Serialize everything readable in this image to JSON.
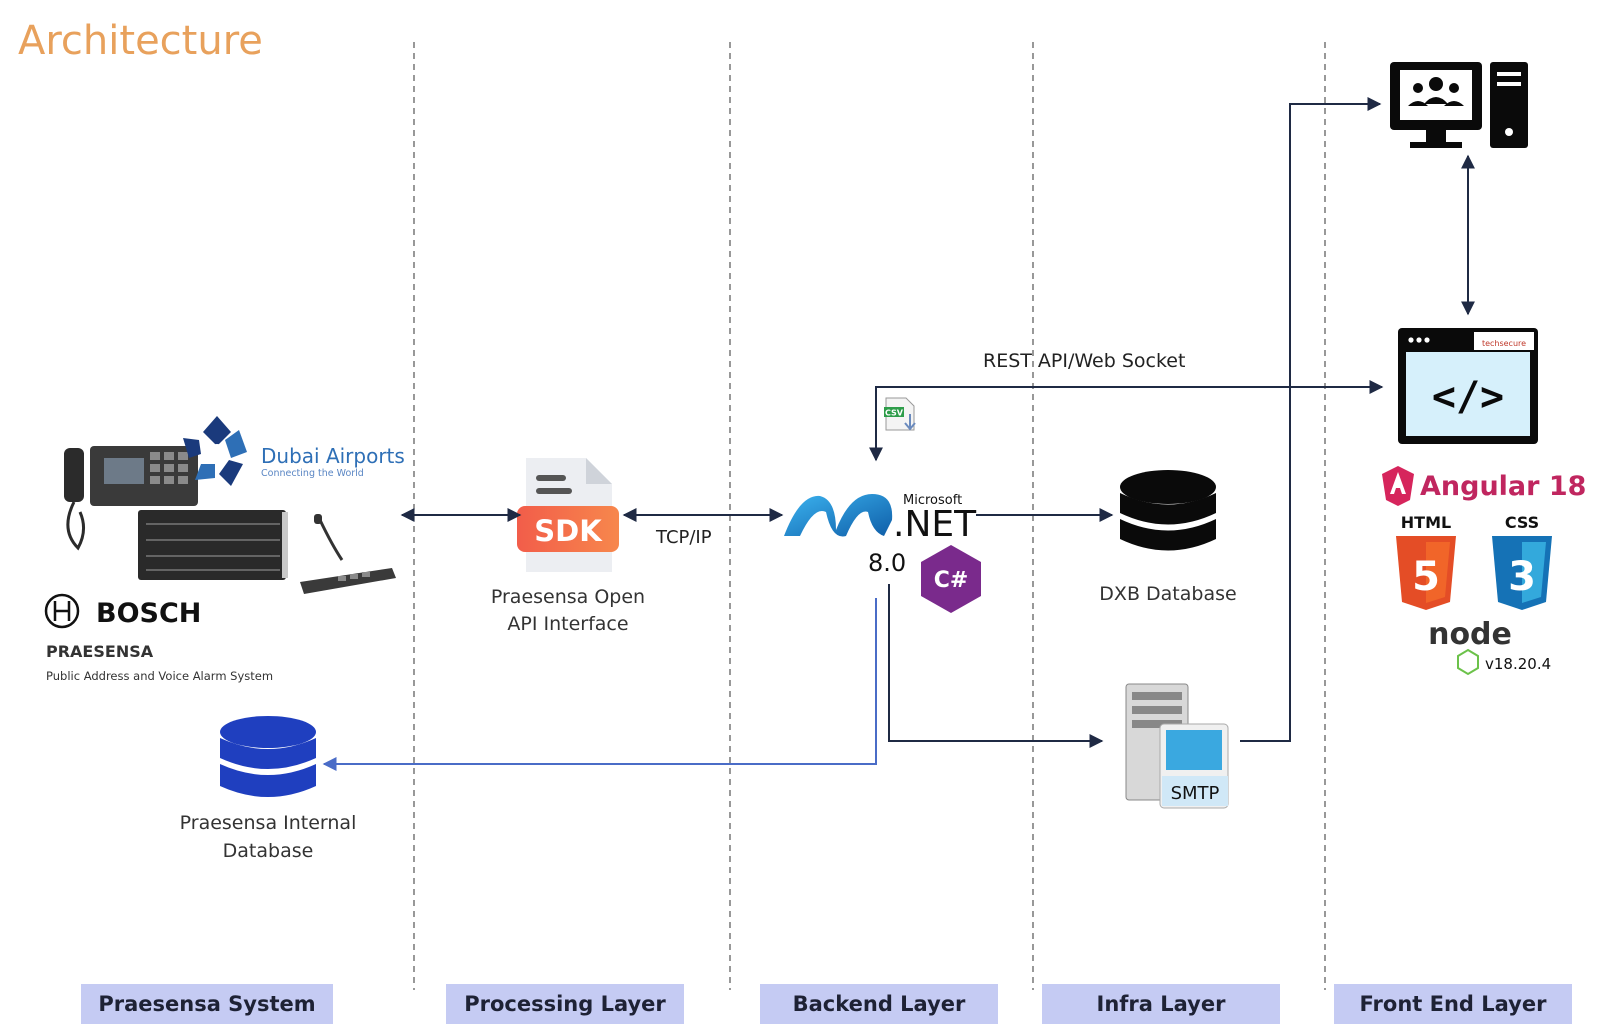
{
  "title": "Architecture",
  "layers": [
    {
      "label": "Praesensa System"
    },
    {
      "label": "Processing Layer"
    },
    {
      "label": "Backend Layer"
    },
    {
      "label": "Infra Layer"
    },
    {
      "label": "Front End Layer"
    }
  ],
  "praesensa": {
    "client_name": "Dubai Airports",
    "client_tagline": "Connecting the World",
    "brand": "BOSCH",
    "product": "PRAESENSA",
    "product_desc": "Public Address and Voice Alarm System"
  },
  "sdk": {
    "badge": "SDK",
    "label_line1": "Praesensa Open",
    "label_line2": "API Interface"
  },
  "backend": {
    "vendor": "Microsoft",
    "platform": ".NET",
    "version": "8.0",
    "lang": "C#",
    "file_badge": "CSV"
  },
  "infra": {
    "db_label": "DXB Database",
    "smtp_label": "SMTP"
  },
  "internal_db": {
    "label_line1": "Praesensa Internal",
    "label_line2": "Database"
  },
  "frontend": {
    "framework": "Angular 18",
    "html": "HTML",
    "css": "CSS",
    "node": "node",
    "node_version": "v18.20.4",
    "app_brand": "techsecure",
    "html_num": "5",
    "css_num": "3"
  },
  "edges": {
    "tcp": "TCP/IP",
    "rest": "REST API/Web Socket"
  },
  "colors": {
    "title": "#e8a15c",
    "layer_tab": "#c5cbf3",
    "db_blue": "#1f3fbf",
    "net_blue": "#1a8ad6",
    "csharp": "#7a2a8c",
    "sdk_orange": "#f26a4b",
    "angular": "#c3002f",
    "html5": "#e44d26",
    "css3": "#1572b6",
    "arrow_blue": "#4a6cc7"
  }
}
